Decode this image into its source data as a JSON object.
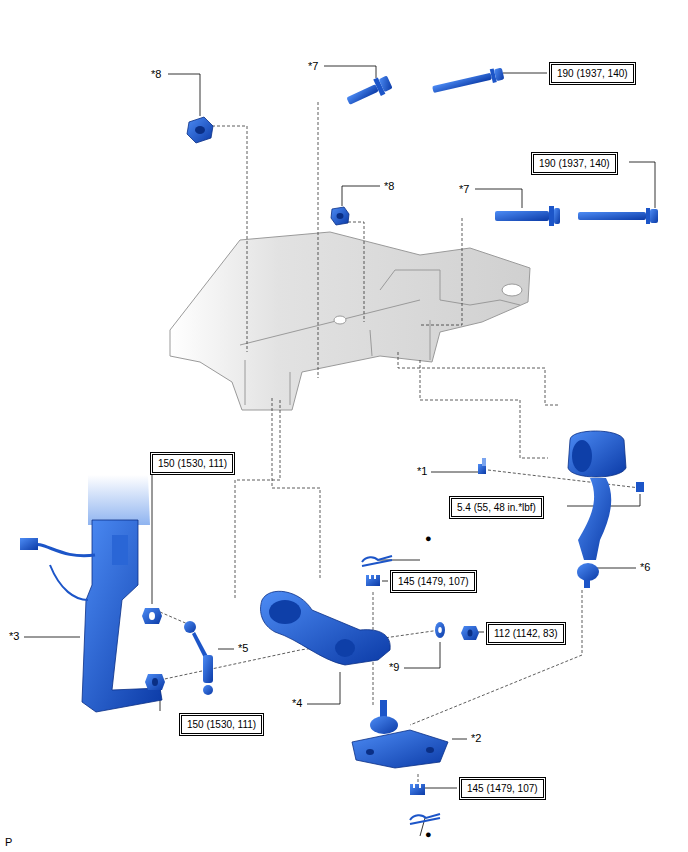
{
  "diagram": {
    "nodes": [
      {
        "text": [
          "190 (1937, 140)"
        ]
      },
      {
        "text": [
          "190 (1937, 140)"
        ]
      },
      {
        "text": [
          "150 (1530, 111)"
        ]
      },
      {
        "text": [
          "5.4 (55, 48 in.*lbf)"
        ]
      },
      {
        "text": [
          "145 (1479, 107)"
        ]
      },
      {
        "text": [
          "112 (1142, 83)"
        ]
      },
      {
        "text": [
          "150 (1530, 111)"
        ]
      },
      {
        "text": [
          "145 (1479, 107)"
        ]
      }
    ],
    "labels": [
      "*8",
      "*7",
      "*8",
      "*7",
      "*1",
      "*6",
      "*3",
      "*5",
      "*4",
      "*9",
      "*2",
      "●",
      "●",
      "P"
    ]
  }
}
